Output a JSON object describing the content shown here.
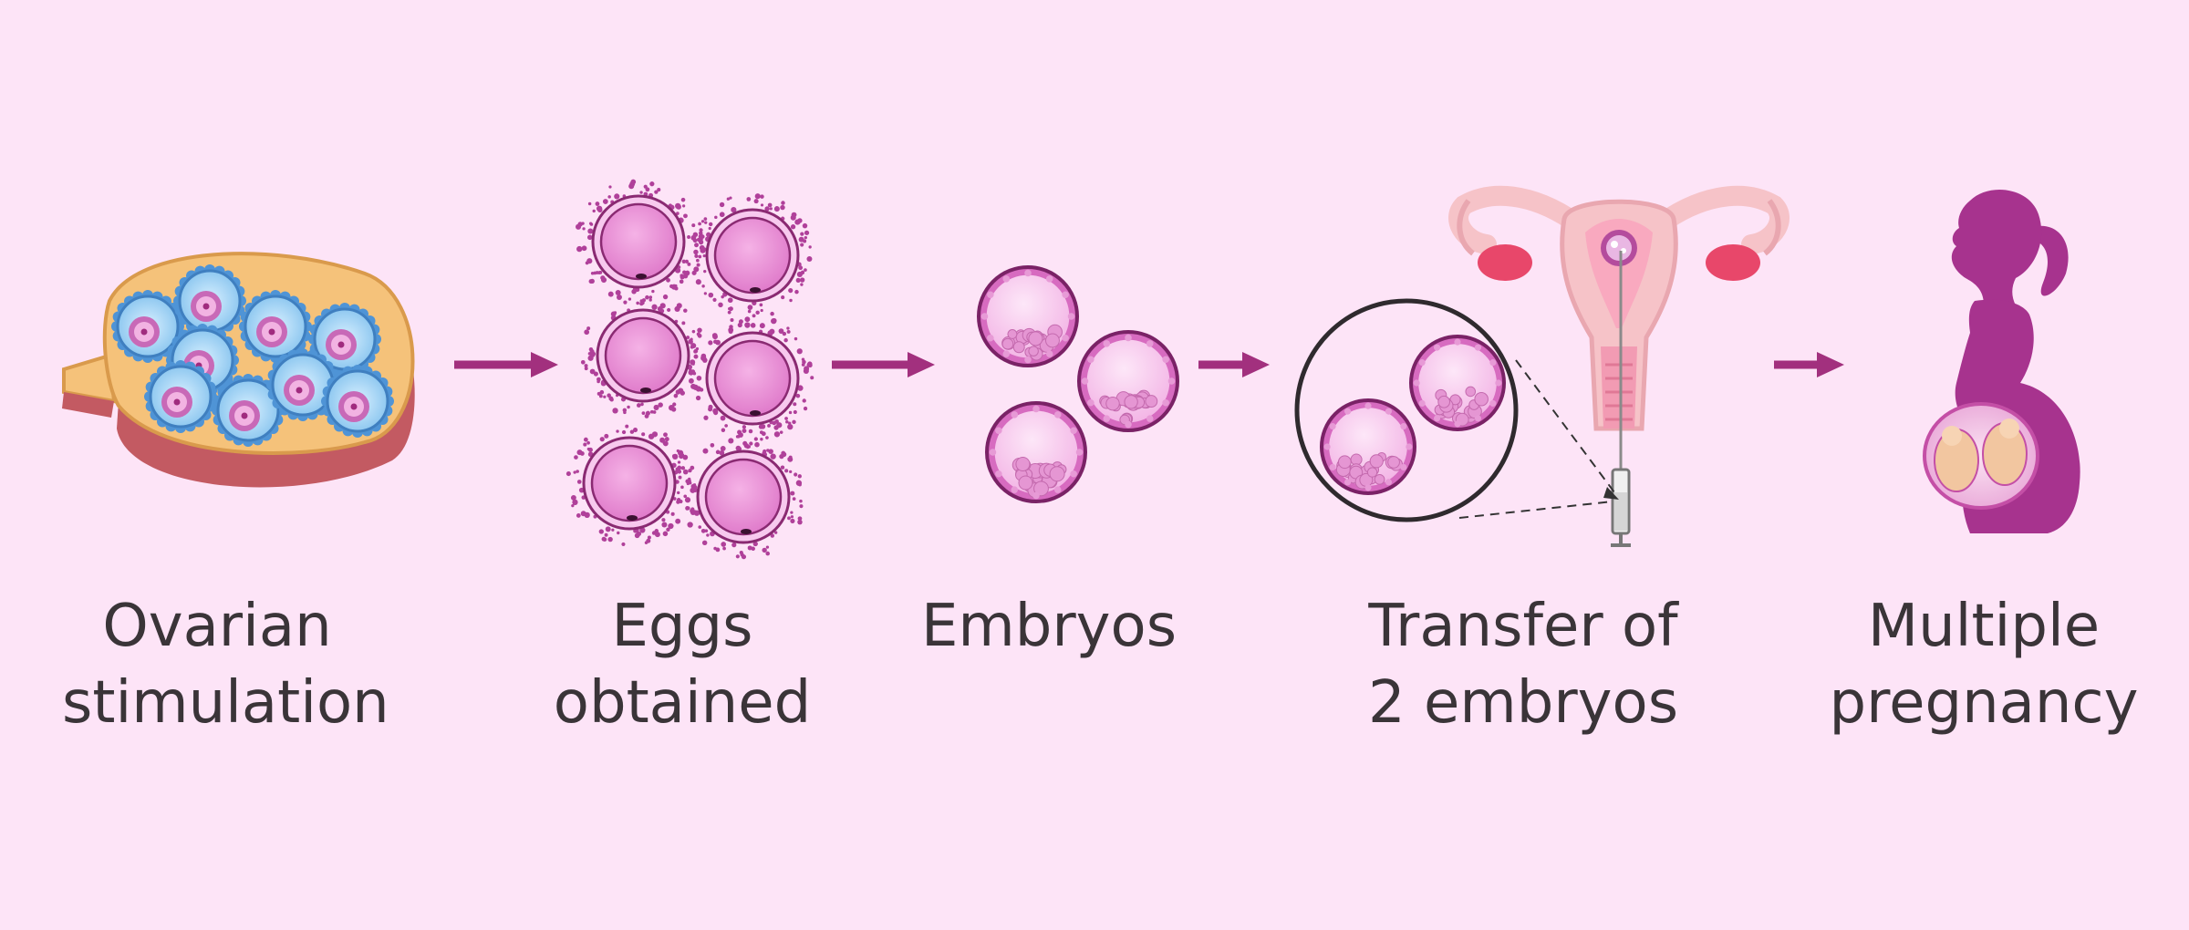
{
  "background": "#fde4f7",
  "colors": {
    "arrow": "#a2307e",
    "cell": "#e88fd4",
    "cell_edge": "#7a2266",
    "follicle_blue": "#5aa5e0",
    "ovary": "#f5c27a",
    "silhouette": "#a7338e",
    "uterus": "#f6c3c8",
    "ovary_red": "#e8476a"
  },
  "steps": [
    {
      "icon": "ovary-follicles-icon",
      "lines": [
        "Ovarian",
        "stimulation"
      ]
    },
    {
      "icon": "eggs-icon",
      "lines": [
        "Eggs",
        "obtained"
      ]
    },
    {
      "icon": "embryos-icon",
      "lines": [
        "Embryos"
      ]
    },
    {
      "icon": "uterus-transfer-icon",
      "lines": [
        "Transfer of",
        "2 embryos"
      ]
    },
    {
      "icon": "pregnant-woman-icon",
      "lines": [
        "Multiple",
        "pregnancy"
      ]
    }
  ]
}
